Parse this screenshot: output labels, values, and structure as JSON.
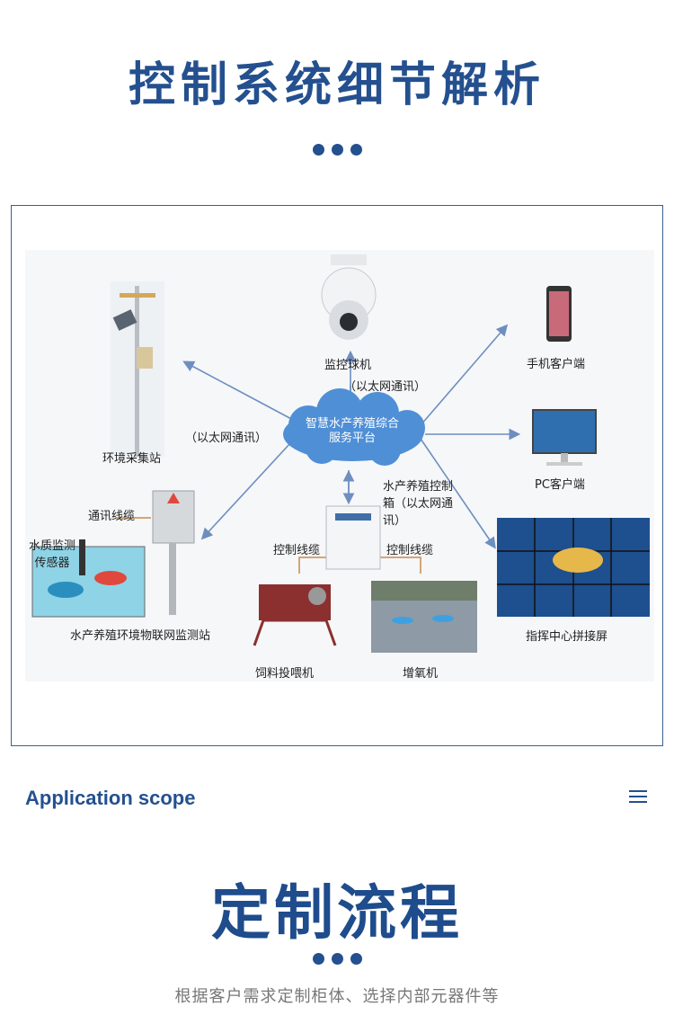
{
  "header": {
    "title": "控制系统细节解析"
  },
  "diagram": {
    "labels": {
      "env_station": "环境采集站",
      "camera": "监控球机",
      "ethernet_top": "（以太网通讯）",
      "ethernet_left": "（以太网通讯）",
      "cloud": "智慧水产养殖综合服务平台",
      "phone": "手机客户端",
      "pc": "PC客户端",
      "comm_cable": "通讯线缆",
      "water_sensor": "水质监测传感器",
      "iot_station": "水产养殖环境物联网监测站",
      "control_box": "水产养殖控制箱（以太网通讯）",
      "control_cable_left": "控制线缆",
      "control_cable_right": "控制线缆",
      "feeder": "饲料投喂机",
      "aerator": "增氧机",
      "video_wall": "指挥中心拼接屏"
    },
    "colors": {
      "arrow": "#6d8fbf",
      "cloud": "#4f8fd6"
    }
  },
  "section": {
    "label": "Application scope",
    "menu_icon": "hamburger-menu-icon"
  },
  "process": {
    "title": "定制流程",
    "subtitle": "根据客户需求定制柜体、选择内部元器件等"
  }
}
